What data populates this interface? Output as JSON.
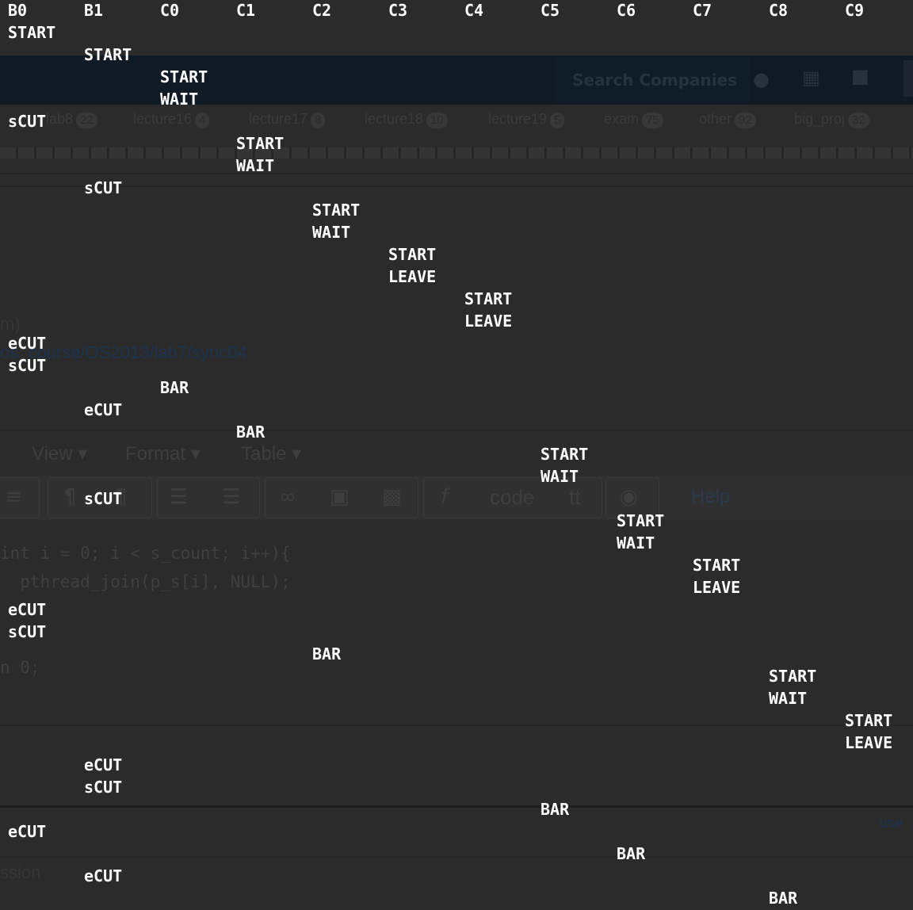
{
  "background": {
    "search_placeholder": "Search Companies",
    "tags": [
      {
        "label": "lab8",
        "count": "22"
      },
      {
        "label": "lecture16",
        "count": "4"
      },
      {
        "label": "lecture17",
        "count": "8"
      },
      {
        "label": "lecture18",
        "count": "10"
      },
      {
        "label": "lecture19",
        "count": "5"
      },
      {
        "label": "exam",
        "count": "75"
      },
      {
        "label": "other",
        "count": "92"
      },
      {
        "label": "big_proj",
        "count": "32"
      }
    ],
    "fragment_m": "m)",
    "link_text": "os_course/OS2013/lab7/sync04",
    "menus": [
      "View",
      "Format",
      "Table"
    ],
    "toolbar_code": "code",
    "toolbar_tt": "tt",
    "help": "Help",
    "code_line1": "int i = 0; i < s_count; i++){",
    "code_line2": "  pthread_join(p_s[i], NULL);",
    "code_line3": "n 0;",
    "use_fragment": "use",
    "session_fragment": "ssion"
  },
  "trace": {
    "columns": [
      "B0",
      "B1",
      "C0",
      "C1",
      "C2",
      "C3",
      "C4",
      "C5",
      "C6",
      "C7",
      "C8",
      "C9"
    ],
    "events": [
      {
        "col": 0,
        "row": 1,
        "text": "START"
      },
      {
        "col": 1,
        "row": 2,
        "text": "START"
      },
      {
        "col": 2,
        "row": 3,
        "text": "START"
      },
      {
        "col": 2,
        "row": 4,
        "text": "WAIT"
      },
      {
        "col": 0,
        "row": 5,
        "text": "sCUT"
      },
      {
        "col": 3,
        "row": 6,
        "text": "START"
      },
      {
        "col": 3,
        "row": 7,
        "text": "WAIT"
      },
      {
        "col": 1,
        "row": 8,
        "text": "sCUT"
      },
      {
        "col": 4,
        "row": 9,
        "text": "START"
      },
      {
        "col": 4,
        "row": 10,
        "text": "WAIT"
      },
      {
        "col": 5,
        "row": 11,
        "text": "START"
      },
      {
        "col": 5,
        "row": 12,
        "text": "LEAVE"
      },
      {
        "col": 6,
        "row": 13,
        "text": "START"
      },
      {
        "col": 6,
        "row": 14,
        "text": "LEAVE"
      },
      {
        "col": 0,
        "row": 15,
        "text": "eCUT"
      },
      {
        "col": 0,
        "row": 16,
        "text": "sCUT"
      },
      {
        "col": 2,
        "row": 17,
        "text": "BAR"
      },
      {
        "col": 1,
        "row": 18,
        "text": "eCUT"
      },
      {
        "col": 3,
        "row": 19,
        "text": "BAR"
      },
      {
        "col": 7,
        "row": 20,
        "text": "START"
      },
      {
        "col": 7,
        "row": 21,
        "text": "WAIT"
      },
      {
        "col": 1,
        "row": 22,
        "text": "sCUT"
      },
      {
        "col": 8,
        "row": 23,
        "text": "START"
      },
      {
        "col": 8,
        "row": 24,
        "text": "WAIT"
      },
      {
        "col": 9,
        "row": 25,
        "text": "START"
      },
      {
        "col": 9,
        "row": 26,
        "text": "LEAVE"
      },
      {
        "col": 0,
        "row": 27,
        "text": "eCUT"
      },
      {
        "col": 0,
        "row": 28,
        "text": "sCUT"
      },
      {
        "col": 4,
        "row": 29,
        "text": "BAR"
      },
      {
        "col": 10,
        "row": 30,
        "text": "START"
      },
      {
        "col": 10,
        "row": 31,
        "text": "WAIT"
      },
      {
        "col": 11,
        "row": 32,
        "text": "START"
      },
      {
        "col": 11,
        "row": 33,
        "text": "LEAVE"
      },
      {
        "col": 1,
        "row": 34,
        "text": "eCUT"
      },
      {
        "col": 1,
        "row": 35,
        "text": "sCUT"
      },
      {
        "col": 7,
        "row": 36,
        "text": "BAR"
      },
      {
        "col": 0,
        "row": 37,
        "text": "eCUT"
      },
      {
        "col": 8,
        "row": 38,
        "text": "BAR"
      },
      {
        "col": 1,
        "row": 39,
        "text": "eCUT"
      },
      {
        "col": 10,
        "row": 40,
        "text": "BAR"
      }
    ]
  }
}
